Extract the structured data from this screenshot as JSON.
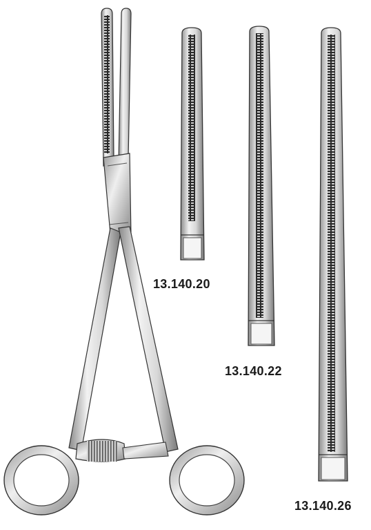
{
  "product_codes": {
    "jaw_20": "13.140.20",
    "jaw_22": "13.140.22",
    "jaw_26": "13.140.26"
  },
  "colors": {
    "steel_light": "#ececec",
    "steel_mid": "#b9b9b9",
    "steel_dark": "#6e6e6e",
    "serration": "#2a2a2a",
    "outline": "#333333",
    "label_text": "#1a1a1a"
  },
  "icons": {
    "instrument": "clamp-forceps-icon",
    "jaw_insert": "jaw-insert-icon"
  }
}
